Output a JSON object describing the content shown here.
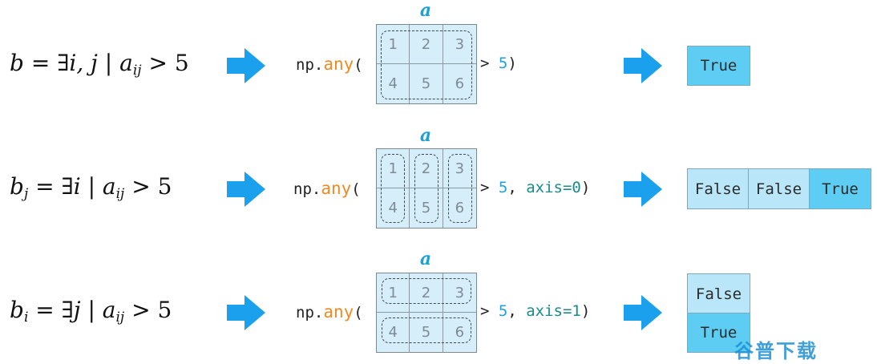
{
  "rows": [
    {
      "formula": {
        "lhs": "b",
        "lhs_sub": "",
        "var_part": "i, j"
      },
      "array_label": "a",
      "cells": [
        "1",
        "2",
        "3",
        "4",
        "5",
        "6"
      ],
      "code": {
        "prefix": "np.",
        "fn": "any",
        "open": "(",
        "cmp": "> ",
        "num": "5",
        "comma": "",
        "kw": "",
        "close": ")"
      },
      "results": [
        "True"
      ]
    },
    {
      "formula": {
        "lhs": "b",
        "lhs_sub": "j",
        "var_part": "i"
      },
      "array_label": "a",
      "cells": [
        "1",
        "2",
        "3",
        "4",
        "5",
        "6"
      ],
      "code": {
        "prefix": "np.",
        "fn": "any",
        "open": "(",
        "cmp": "> ",
        "num": "5",
        "comma": ", ",
        "kw": "axis=0",
        "close": ")"
      },
      "results": [
        "False",
        "False",
        "True"
      ]
    },
    {
      "formula": {
        "lhs": "b",
        "lhs_sub": "i",
        "var_part": "j"
      },
      "array_label": "a",
      "cells": [
        "1",
        "2",
        "3",
        "4",
        "5",
        "6"
      ],
      "code": {
        "prefix": "np.",
        "fn": "any",
        "open": "(",
        "cmp": "> ",
        "num": "5",
        "comma": ", ",
        "kw": "axis=1",
        "close": ")"
      },
      "results": [
        "False",
        "True"
      ]
    }
  ],
  "math": {
    "eq": "=",
    "exists": "∃",
    "bar": "|",
    "a": "a",
    "a_sub": "ij",
    "gt": ">",
    "five": "5"
  },
  "colors": {
    "arrow": "#1ba0ee",
    "light_cell": "#b9e6f8",
    "dark_cell": "#5dcdf3",
    "grid_bg": "#d6eefa",
    "any_fn": "#f08a24",
    "number": "#1fa0d8",
    "keyword": "#1b8a8a",
    "label_a": "#1aa3d4"
  },
  "icons": {
    "arrow": "right-arrow-icon"
  },
  "watermark": "谷普下载"
}
